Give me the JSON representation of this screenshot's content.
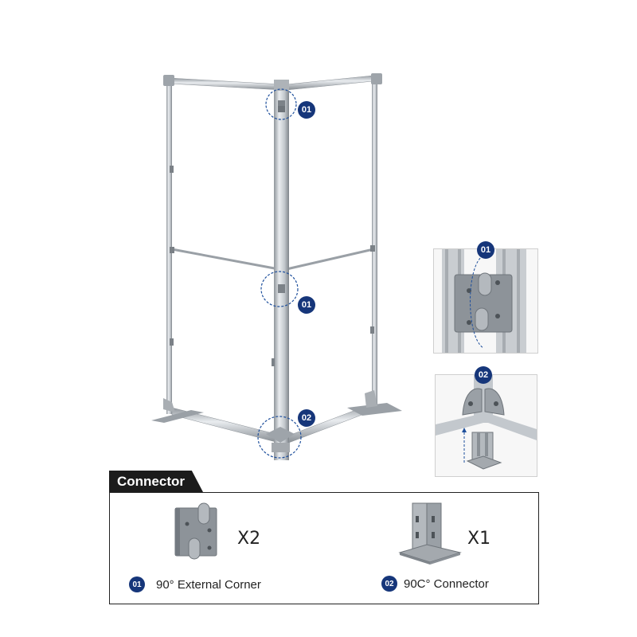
{
  "callouts": {
    "top_corner": "01",
    "mid_corner": "01",
    "base_connector": "02"
  },
  "detail_views": {
    "corner_badge": "01",
    "connector_badge": "02"
  },
  "connector_panel": {
    "title": "Connector",
    "items": [
      {
        "badge": "01",
        "label": "90° External Corner",
        "quantity": "X2"
      },
      {
        "badge": "02",
        "label": "90C° Connector",
        "quantity": "X1"
      }
    ]
  },
  "colors": {
    "badge": "#16367a",
    "frame": "#b9bec4",
    "tab": "#1c1c1c"
  }
}
